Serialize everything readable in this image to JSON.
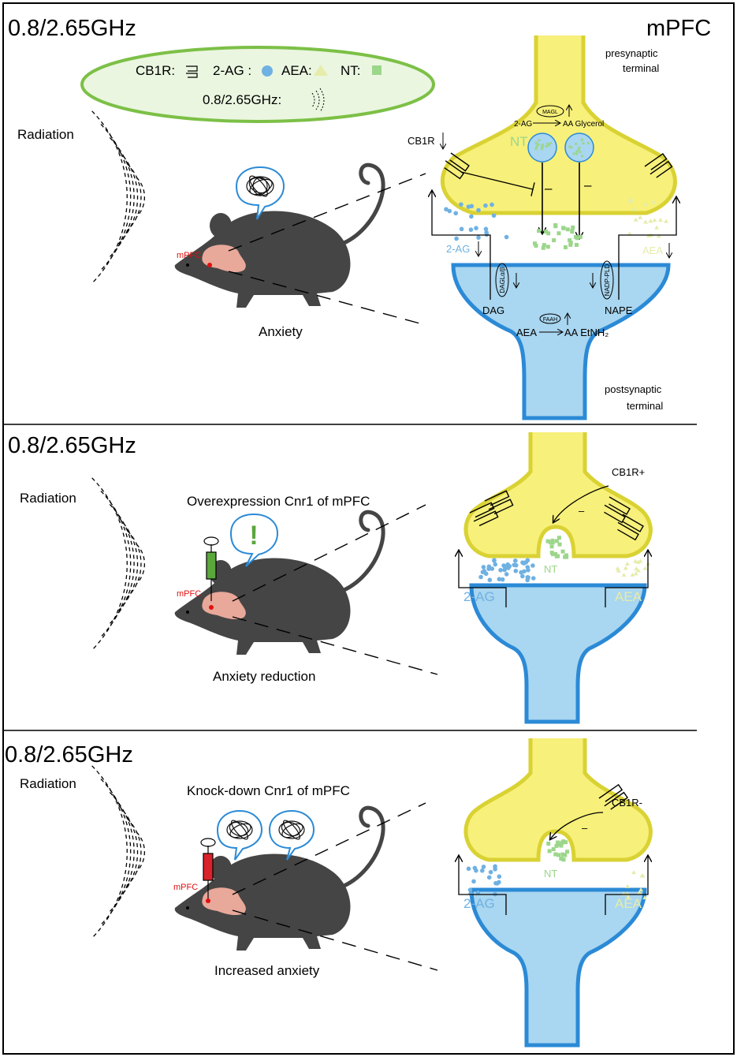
{
  "panels": [
    {
      "frequency": "0.8/2.65GHz",
      "region": "mPFC",
      "radiation": "Radiation",
      "mpfc_marker": "mPFC",
      "outcome": "Anxiety",
      "presynaptic": [
        "presynaptic",
        "terminal"
      ],
      "postsynaptic": [
        "postsynaptic",
        "terminal"
      ],
      "cb1r_label": "CB1R",
      "nt_label": "NT",
      "two_ag_label": "2-AG",
      "aea_label": "AEA",
      "magl_reaction": {
        "enzyme": "MAGL",
        "substrate": "2-AG",
        "products": "AA Glycerol"
      },
      "faah_reaction": {
        "enzyme": "FAAH",
        "substrate": "AEA",
        "products": "AA EtNH₂"
      },
      "dag_label": "DAG",
      "dagl_enzyme": "DAGLα/β",
      "nape_label": "NAPE",
      "napepld_enzyme": "NADP-PLD",
      "inhibit_sign": "–"
    },
    {
      "frequency": "0.8/2.65GHz",
      "radiation": "Radiation",
      "intervention": "Overexpression Cnr1 of mPFC",
      "mpfc_marker": "mPFC",
      "outcome": "Anxiety reduction",
      "cb1r_label": "CB1R+",
      "nt_label": "NT",
      "two_ag_label": "2-AG",
      "aea_label": "AEA",
      "bubble_symbol": "!",
      "inhibit_sign": "–"
    },
    {
      "frequency": "0.8/2.65GHz",
      "radiation": "Radiation",
      "intervention": "Knock-down Cnr1 of mPFC",
      "mpfc_marker": "mPFC",
      "outcome": "Increased anxiety",
      "cb1r_label": "CB1R-",
      "nt_label": "NT",
      "two_ag_label": "2-AG",
      "aea_label": "AEA",
      "inhibit_sign": "–"
    }
  ],
  "legend": {
    "cb1r": "CB1R:",
    "two_ag": "2-AG :",
    "aea": "AEA:",
    "nt": "NT:",
    "radiation": "0.8/2.65GHz:"
  },
  "colors": {
    "presynaptic": "#f7f07a",
    "presynaptic_outline": "#d9d233",
    "postsynaptic": "#a9d6f0",
    "postsynaptic_outline": "#2b8ad6",
    "two_ag": "#6fb1e3",
    "aea": "#e6ecaa",
    "nt": "#9cd68b",
    "legend_fill": "#eaf6e0",
    "legend_outline": "#7cc046",
    "mouse": "#454545",
    "overexpression_syringe": "#5aa73c",
    "knockdown_syringe": "#d9232a",
    "mpfc_marker": "#e01010"
  }
}
